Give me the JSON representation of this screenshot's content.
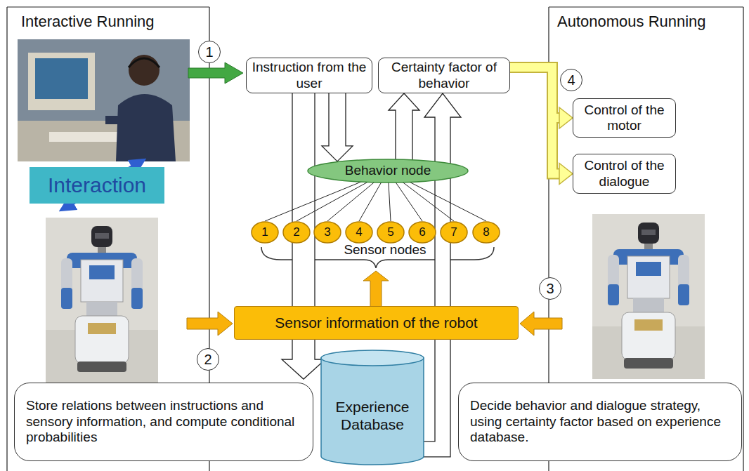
{
  "diagram": {
    "nodes": [
      {
        "text": [
          "Instruction from the user"
        ]
      },
      {
        "text": [
          "Certainty factor of behavior"
        ]
      },
      {
        "text": [
          "Control of the motor"
        ]
      },
      {
        "text": [
          "Interaction"
        ]
      },
      {
        "text": [
          "Control of the dialogue"
        ]
      },
      {
        "text": [
          "Behavior node"
        ]
      },
      {
        "text": [
          "1"
        ]
      },
      {
        "text": [
          "2"
        ]
      },
      {
        "text": [
          "3"
        ]
      },
      {
        "text": [
          "4"
        ]
      },
      {
        "text": [
          "5"
        ]
      },
      {
        "text": [
          "6"
        ]
      },
      {
        "text": [
          "7"
        ]
      },
      {
        "text": [
          "8"
        ]
      },
      {
        "text": [
          "Sensor information of the robot"
        ]
      },
      {
        "text": [
          "Experience Database"
        ]
      },
      {
        "text": [
          "Store relations between instructions and sensory information, and compute conditional probabilities"
        ]
      },
      {
        "text": [
          "Decide behavior and dialogue strategy, using certainty factor based on experience database."
        ]
      }
    ],
    "edges": [
      {
        "from": 0,
        "to": 15,
        "arrow": "to"
      },
      {
        "from": 0,
        "to": 5,
        "arrow": "to"
      },
      {
        "from": 15,
        "to": 1,
        "arrow": "to"
      },
      {
        "from": 5,
        "to": 1,
        "arrow": "to"
      },
      {
        "from": 1,
        "to": 2,
        "arrow": "to"
      },
      {
        "from": 1,
        "to": 4,
        "arrow": "to"
      },
      {
        "from": 5,
        "to": 6,
        "arrow": "none"
      },
      {
        "from": 5,
        "to": 7,
        "arrow": "none"
      },
      {
        "from": 5,
        "to": 8,
        "arrow": "none"
      },
      {
        "from": 5,
        "to": 9,
        "arrow": "none"
      },
      {
        "from": 5,
        "to": 10,
        "arrow": "none"
      },
      {
        "from": 5,
        "to": 11,
        "arrow": "none"
      },
      {
        "from": 5,
        "to": 12,
        "arrow": "none"
      },
      {
        "from": 5,
        "to": 13,
        "arrow": "none"
      }
    ],
    "labels": [
      "Interactive Running",
      "1",
      "Autonomous Running",
      "4",
      "Sensor nodes",
      "3",
      "2"
    ]
  }
}
